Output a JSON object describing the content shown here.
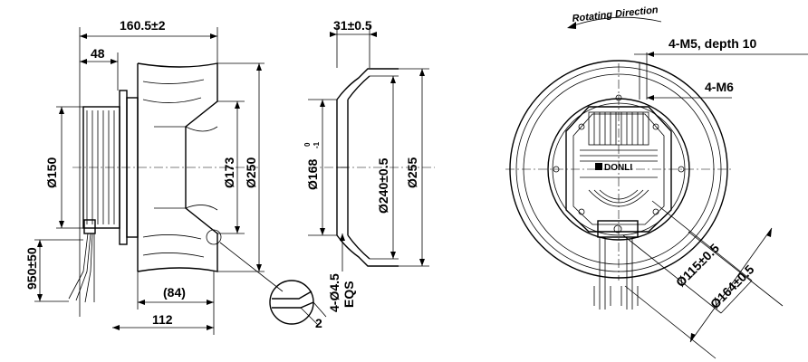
{
  "side_view": {
    "overall_length": "160.5±2",
    "motor_depth": "48",
    "hub_diameter": "Ø150",
    "inlet_diameter": "Ø173",
    "impeller_diameter": "Ø250",
    "cable_length": "950±50",
    "impeller_width": "(84)",
    "base_length": "112",
    "detail_gap": "2"
  },
  "inlet_ring": {
    "depth": "31±0.5",
    "throat_diameter": "Ø168",
    "throat_tol_upper": "0",
    "throat_tol_lower": "-1",
    "mid_diameter": "Ø240±0.5",
    "outer_diameter": "Ø255",
    "mount_holes": "4-Ø4.5",
    "mount_holes_note": "EQS"
  },
  "front_view": {
    "rotating_direction": "Rotating Direction",
    "thread_a": "4-M5, depth 10",
    "thread_b": "4-M6",
    "pcd_inner": "Ø115±0.5",
    "pcd_outer": "Ø164±0.5",
    "brand": "DONLI"
  }
}
